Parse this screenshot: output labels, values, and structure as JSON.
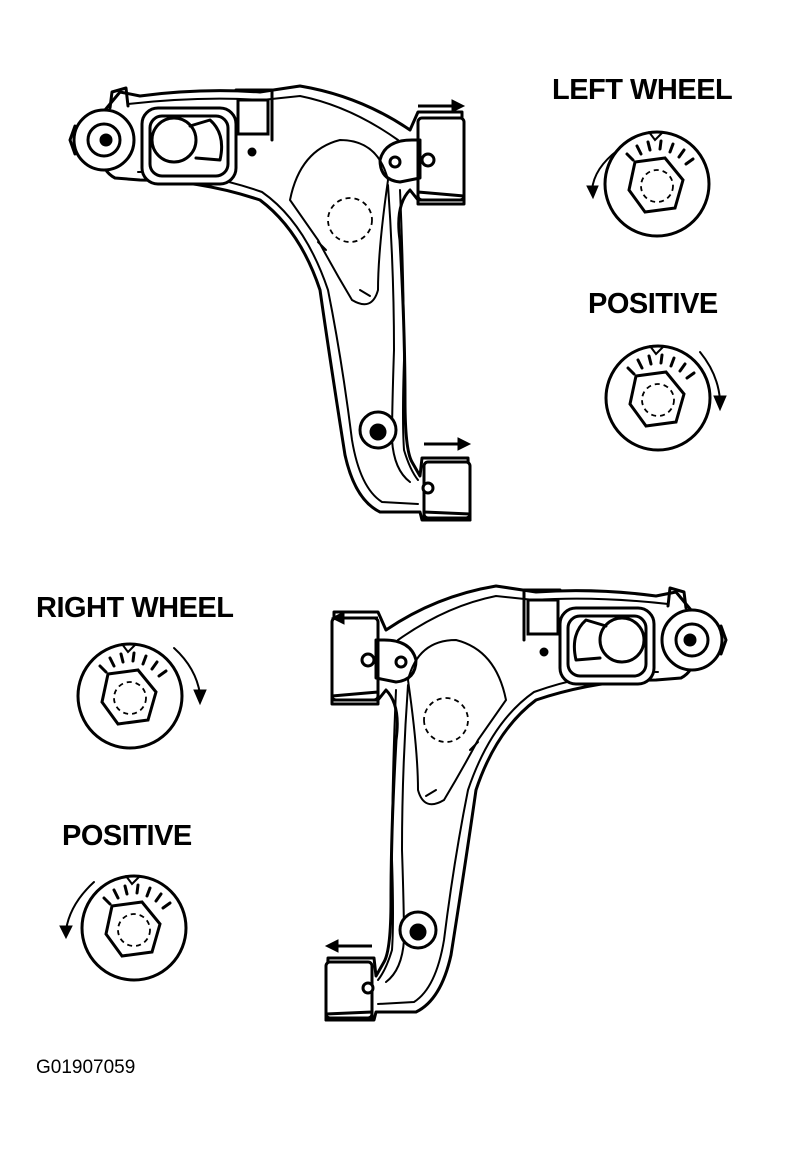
{
  "labels": {
    "left_wheel": "LEFT WHEEL",
    "right_wheel": "RIGHT WHEEL",
    "positive_left": "POSITIVE",
    "positive_right": "POSITIVE",
    "figure_code": "G01907059"
  },
  "figures": [
    {
      "side": "left",
      "arm": "left-control-arm",
      "arrow_direction": "right",
      "cams": [
        {
          "rotation": "counterclockwise"
        },
        {
          "rotation": "clockwise",
          "label": "POSITIVE"
        }
      ]
    },
    {
      "side": "right",
      "arm": "right-control-arm",
      "arrow_direction": "left",
      "cams": [
        {
          "rotation": "clockwise"
        },
        {
          "rotation": "counterclockwise",
          "label": "POSITIVE"
        }
      ]
    }
  ]
}
